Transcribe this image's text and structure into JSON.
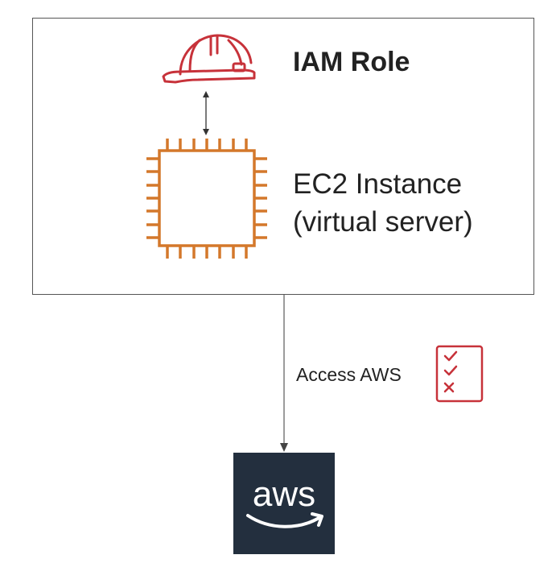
{
  "iam_role": {
    "label": "IAM Role",
    "icon": "hard-hat-icon",
    "color": "#c7323a"
  },
  "ec2_instance": {
    "line1": "EC2 Instance",
    "line2": "(virtual server)",
    "icon": "chip-icon",
    "color": "#d4782b"
  },
  "access": {
    "label": "Access AWS",
    "icon": "checklist-icon",
    "color": "#c7323a"
  },
  "aws": {
    "logo_text": "aws",
    "icon": "aws-logo-icon",
    "tile_color": "#232f3e"
  },
  "colors": {
    "border": "#555555",
    "connector": "#666666",
    "text": "#222222"
  }
}
